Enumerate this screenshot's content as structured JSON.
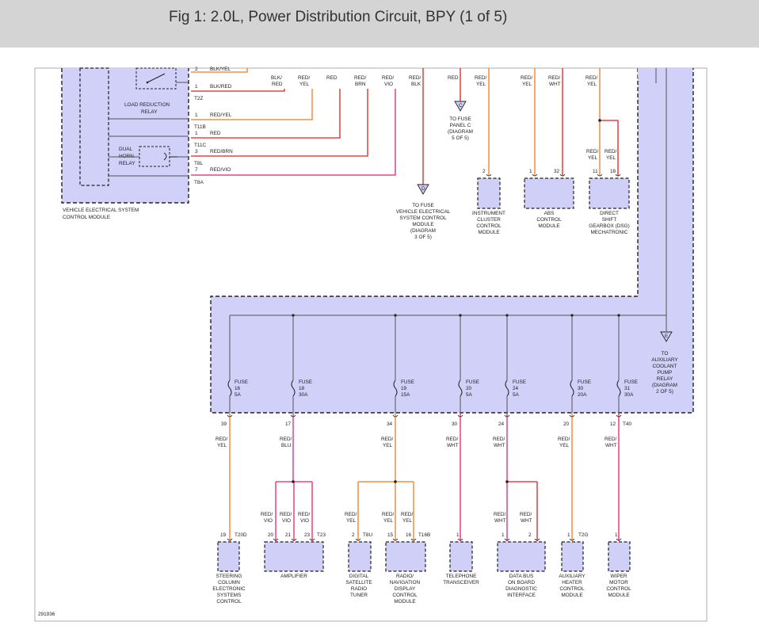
{
  "header": {
    "title": "Fig 1: 2.0L, Power Distribution Circuit, BPY (1 of 5)"
  },
  "figure_id": "291936",
  "colors": {
    "orange_wire": "#ee7b22",
    "red_wire": "#e02020",
    "pink_wire": "#e2226e",
    "module_fill": "#d0d0f8",
    "header_bg": "#d4d4d4"
  },
  "vesc": {
    "label_line1": "VEHICLE ELECTRICAL SYSTEM",
    "label_line2": "CONTROL MODULE",
    "load_relay_1": "LOAD REDUCTION",
    "load_relay_2": "RELAY",
    "horn_1": "DUAL",
    "horn_2": "HORN",
    "horn_3": "RELAY",
    "rows": [
      {
        "pin": "2",
        "wire": "BLK/YEL",
        "conn": ""
      },
      {
        "pin": "1",
        "wire": "BLK/RED",
        "conn": "T2Z"
      },
      {
        "pin": "1",
        "wire": "RED/YEL",
        "conn": "T11B"
      },
      {
        "pin": "1",
        "wire": "RED",
        "conn": "T11C"
      },
      {
        "pin": "3",
        "wire": "RED/BRN",
        "conn": "T8L"
      },
      {
        "pin": "7",
        "wire": "RED/VIO",
        "conn": "T8A"
      }
    ]
  },
  "top_wires": [
    {
      "a": "BLK/",
      "b": "RED"
    },
    {
      "a": "RED/",
      "b": "YEL"
    },
    {
      "a": "RED",
      "b": ""
    },
    {
      "a": "RED/",
      "b": "BRN"
    },
    {
      "a": "RED/",
      "b": "VIO"
    },
    {
      "a": "RED/",
      "b": "BLK"
    },
    {
      "a": "RED",
      "b": ""
    },
    {
      "a": "RED/",
      "b": "YEL"
    },
    {
      "a": "RED/",
      "b": "YEL"
    },
    {
      "a": "RED/",
      "b": "WHT"
    },
    {
      "a": "RED/",
      "b": "YEL"
    }
  ],
  "dsg_split": [
    {
      "a": "RED/",
      "b": "YEL"
    },
    {
      "a": "RED/",
      "b": "YEL"
    }
  ],
  "refs": {
    "c_letter": "C",
    "c_lines": [
      "TO FUSE",
      "PANEL C",
      "(DIAGRAM",
      "5 OF 5)"
    ],
    "d_letter": "D",
    "d_lines": [
      "TO FUSE",
      "VEHICLE ELECTRICAL",
      "SYSTEM CONTROL",
      "MODULE",
      "(DIAGRAM",
      "3 OF 5)"
    ],
    "e_letter": "E",
    "e_lines": [
      "TO",
      "AUXILIARY",
      "COOLANT",
      "PUMP",
      "RELAY",
      "(DIAGRAM",
      "2 OF 5)"
    ]
  },
  "upper_modules": [
    {
      "pins": [
        "2"
      ],
      "lines": [
        "INSTRUMENT",
        "CLUSTER",
        "CONTROL",
        "MODULE"
      ]
    },
    {
      "pins": [
        "1",
        "32"
      ],
      "lines": [
        "ABS",
        "CONTROL",
        "MODULE"
      ]
    },
    {
      "pins": [
        "11",
        "18"
      ],
      "lines": [
        "DIRECT",
        "SHIFT",
        "GEARBOX (DSG)",
        "MECHATRONIC"
      ]
    }
  ],
  "fuses": [
    {
      "name": "FUSE",
      "num": "16",
      "amps": "5A",
      "pin": "39",
      "w1": "RED/",
      "w2": "YEL"
    },
    {
      "name": "FUSE",
      "num": "18",
      "amps": "30A",
      "pin": "17",
      "w1": "RED/",
      "w2": "BLU"
    },
    {
      "name": "FUSE",
      "num": "19",
      "amps": "15A",
      "pin": "34",
      "w1": "RED/",
      "w2": "YEL"
    },
    {
      "name": "FUSE",
      "num": "20",
      "amps": "5A",
      "pin": "30",
      "w1": "RED/",
      "w2": "WHT"
    },
    {
      "name": "FUSE",
      "num": "24",
      "amps": "5A",
      "pin": "24",
      "w1": "RED/",
      "w2": "WHT"
    },
    {
      "name": "FUSE",
      "num": "30",
      "amps": "20A",
      "pin": "20",
      "w1": "RED/",
      "w2": "YEL"
    },
    {
      "name": "FUSE",
      "num": "31",
      "amps": "30A",
      "pin": "12",
      "w1": "RED/",
      "w2": "WHT"
    }
  ],
  "fuse_conn": "T40",
  "bottom_modules": [
    {
      "pins": [
        "19"
      ],
      "conn": "T20D",
      "wires": [],
      "lines": [
        "STEERING",
        "COLUMN",
        "ELECTRONIC",
        "SYSTEMS",
        "CONTROL"
      ]
    },
    {
      "pins": [
        "20",
        "21",
        "23"
      ],
      "conn": "T23",
      "wires": [
        [
          "RED/",
          "VIO"
        ],
        [
          "RED/",
          "VIO"
        ],
        [
          "RED/",
          "VIO"
        ]
      ],
      "lines": [
        "AMPLIFIER"
      ]
    },
    {
      "pins": [
        "2"
      ],
      "conn": "T8U",
      "wires": [
        [
          "RED/",
          "YEL"
        ]
      ],
      "lines": [
        "DIGITAL",
        "SATELLITE",
        "RADIO",
        "TUNER"
      ]
    },
    {
      "pins": [
        "15",
        "16"
      ],
      "conn": "T16B",
      "wires": [
        [
          "RED/",
          "YEL"
        ],
        [
          "RED/",
          "YEL"
        ]
      ],
      "lines": [
        "RADIO/",
        "NAVIGATION",
        "DISPLAY",
        "CONTROL",
        "MODULE"
      ]
    },
    {
      "pins": [
        "1"
      ],
      "conn": "",
      "wires": [],
      "lines": [
        "TELEPHONE",
        "TRANSCEIVER"
      ]
    },
    {
      "pins": [
        "1",
        "2"
      ],
      "conn": "",
      "wires": [
        [
          "RED/",
          "WHT"
        ],
        [
          "RED/",
          "WHT"
        ]
      ],
      "lines": [
        "DATA BUS",
        "ON BOARD",
        "DIAGNOSTIC",
        "INTERFACE"
      ]
    },
    {
      "pins": [
        "1"
      ],
      "conn": "T2G",
      "wires": [],
      "lines": [
        "AUXILIARY",
        "HEATER",
        "CONTROL",
        "MODULE"
      ]
    },
    {
      "pins": [
        "1"
      ],
      "conn": "",
      "wires": [],
      "lines": [
        "WIPER",
        "MOTOR",
        "CONTROL",
        "MODULE"
      ]
    }
  ]
}
